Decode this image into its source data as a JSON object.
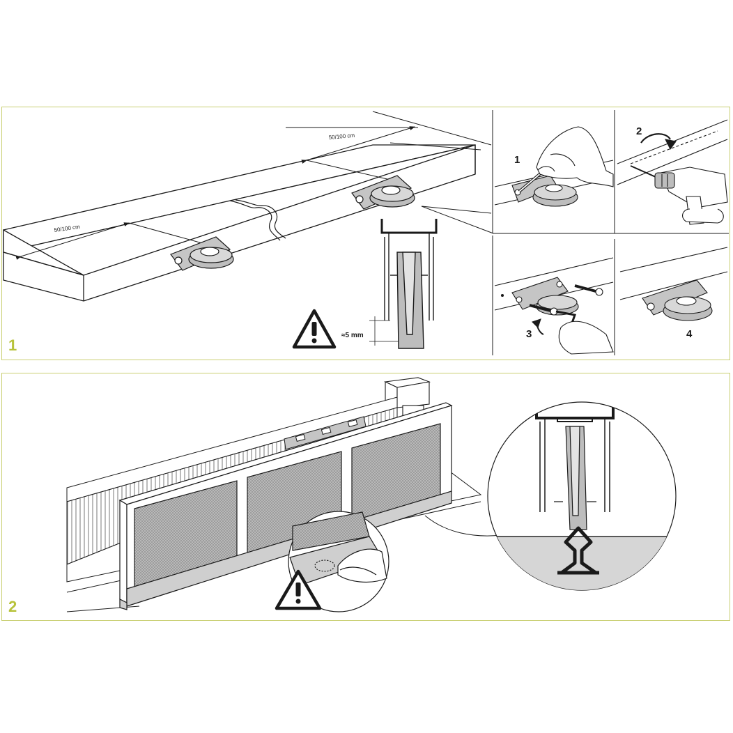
{
  "colors": {
    "frame": "#c9cf72",
    "panel_number": "#b7c23a",
    "line": "#1a1a1a",
    "metal": "#b9b9b9",
    "ground": "#d6d6d6"
  },
  "panel1": {
    "number": "1",
    "dim_left": "50/100 cm",
    "dim_right": "50/100 cm",
    "gap_label": "≈5 mm",
    "steps": [
      "1",
      "2",
      "3",
      "4"
    ]
  },
  "panel2": {
    "number": "2"
  },
  "icons": [
    "warning-triangle-icon",
    "pencil-icon",
    "drill-icon",
    "hex-key-icon",
    "screw-icon",
    "wheel-bracket-icon"
  ]
}
